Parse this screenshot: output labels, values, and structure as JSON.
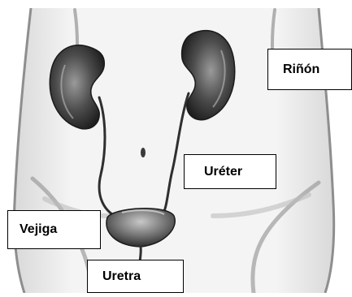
{
  "figure": {
    "labels": {
      "kidney": "Riñón",
      "ureter": "Uréter",
      "bladder": "Vejiga",
      "urethra": "Uretra"
    }
  },
  "colors": {
    "background": "#ffffff",
    "label_border": "#000000",
    "organ_fill": "#4a4a4a",
    "body_outline": "#9a9a9a"
  }
}
